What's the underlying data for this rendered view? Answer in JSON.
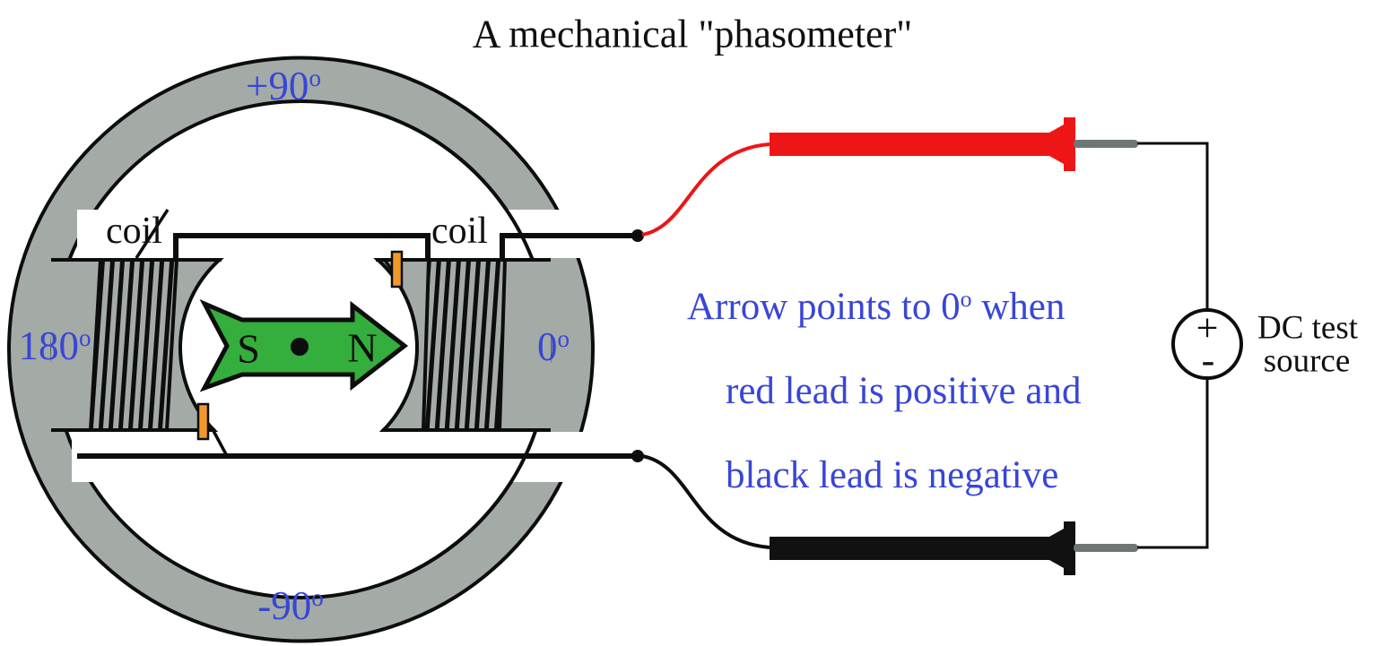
{
  "title": "A mechanical \"phasometer\"",
  "meter": {
    "scale_labels": {
      "top": {
        "text": "+90",
        "sup": "o"
      },
      "left": {
        "text": "180",
        "sup": "o"
      },
      "right": {
        "text": "0",
        "sup": "o"
      },
      "bottom": {
        "text": "-90",
        "sup": "o"
      }
    },
    "coil_label_left": "coil",
    "coil_label_right": "coil",
    "needle": {
      "south": "S",
      "north": "N"
    }
  },
  "annotation": {
    "line1_pre": "Arrow points to 0",
    "line1_sup": "o",
    "line1_post": " when",
    "line2": "red lead is positive and",
    "line3": "black lead is negative"
  },
  "dc_source": {
    "plus": "+",
    "minus": "-",
    "label_line1": "DC test",
    "label_line2": "source"
  },
  "colors": {
    "label_blue": "#3846d6",
    "meter_gray": "#a4aba7",
    "needle_green": "#34ae3c",
    "lead_red": "#ed1515",
    "pin_orange": "#f0992b",
    "probe_tip_gray": "#6f7775",
    "ink_black": "#0d0d0d"
  }
}
